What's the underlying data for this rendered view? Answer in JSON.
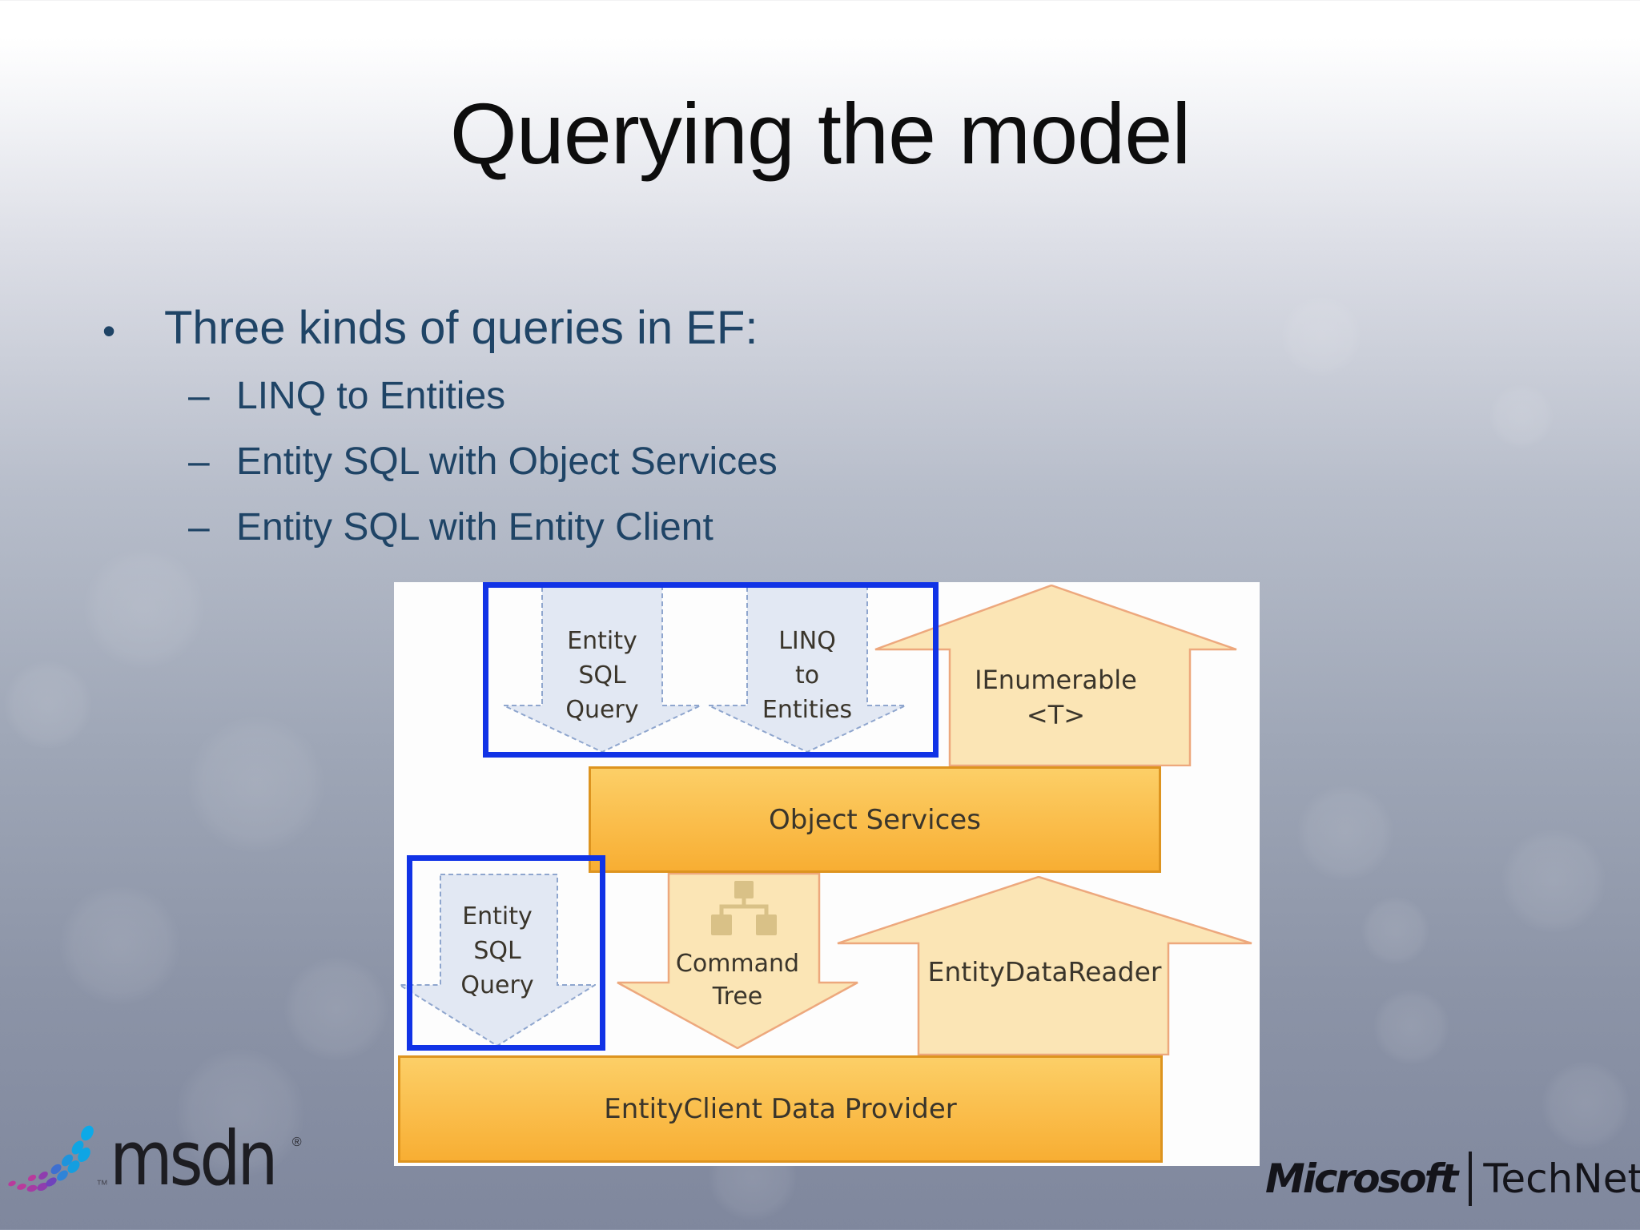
{
  "slide": {
    "title": "Querying the model",
    "bullet_marker": "•",
    "sub_marker": "–",
    "bullets": [
      {
        "text": "Three kinds of queries in EF:",
        "children": [
          "LINQ to Entities",
          "Entity SQL with Object Services",
          "Entity SQL with Entity Client"
        ]
      }
    ]
  },
  "diagram": {
    "top_entity_sql_arrow": {
      "lines": [
        "Entity",
        "SQL",
        "Query"
      ]
    },
    "linq_to_entities_arrow": {
      "lines": [
        "LINQ",
        "to",
        "Entities"
      ]
    },
    "ienumerable_arrow": {
      "lines": [
        "IEnumerable",
        "<T>"
      ]
    },
    "object_services_bar": {
      "label": "Object Services"
    },
    "bottom_entity_sql_arrow": {
      "lines": [
        "Entity",
        "SQL",
        "Query"
      ]
    },
    "command_tree_arrow": {
      "lines": [
        "Command",
        "Tree"
      ],
      "icon": "command-tree-icon"
    },
    "entity_data_reader_arrow": {
      "label": "EntityDataReader"
    },
    "entity_client_bar": {
      "label": "EntityClient Data Provider"
    }
  },
  "footer": {
    "msdn_text": "msdn",
    "msdn_trademark": "™",
    "msdn_registered": "®",
    "microsoft_text": "Microsoft",
    "technet_text": "TechNet"
  },
  "colors": {
    "title_text": "#0d0d0d",
    "bullet_text": "#1f4466",
    "accent_blue_border": "#1133e6",
    "arrow_blue_fill": "#e2e8f3",
    "arrow_blue_stroke": "#8fa6ce",
    "cream_fill": "#fbe5b5",
    "cream_stroke": "#eda87d",
    "orange_fill_top": "#fccf67",
    "orange_fill_bottom": "#f8ae33",
    "orange_stroke": "#dd941f",
    "diagram_text": "#3a352b",
    "tree_icon_tan": "#d9c187",
    "msdn_blue": "#0fa5e4",
    "msdn_magenta": "#b93a9c"
  }
}
